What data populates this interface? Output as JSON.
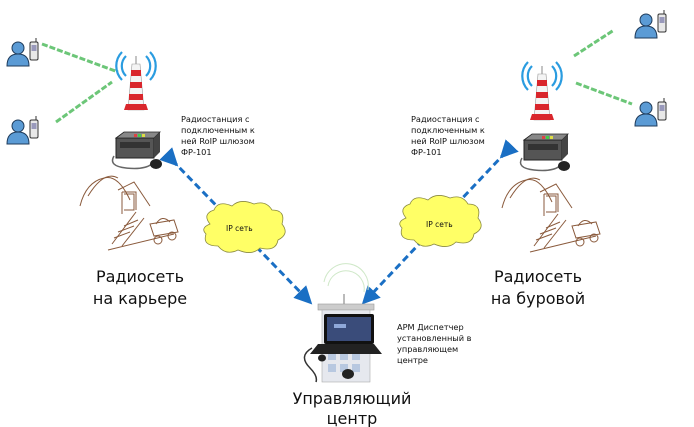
{
  "diagram": {
    "left_site": {
      "title_line1": "Радиосеть",
      "title_line2": "на карьере",
      "radio_note": [
        "Радиостанция с",
        "подключенным к",
        "ней RoIP шлюзом",
        "ФР-101"
      ]
    },
    "right_site": {
      "title_line1": "Радиосеть",
      "title_line2": "на буровой",
      "radio_note": [
        "Радиостанция с",
        "подключенным к",
        "ней RoIP шлюзом",
        "ФР-101"
      ]
    },
    "clouds": {
      "left_label": "IP сеть",
      "right_label": "IP сеть"
    },
    "control_center": {
      "title_line1": "Управляющий",
      "title_line2": "центр",
      "note": [
        "АРМ Диспетчер",
        "установленный в",
        "управляющем",
        "центре"
      ]
    },
    "colors": {
      "link_blue": "#1a6fc4",
      "radio_link_green": "#3cb44b",
      "cloud_fill": "#ffff66",
      "tower_red": "#d9262c",
      "wave_blue": "#2a9ce0",
      "user_blue": "#5b9bd5",
      "mine_brown": "#8a5a3c"
    }
  }
}
